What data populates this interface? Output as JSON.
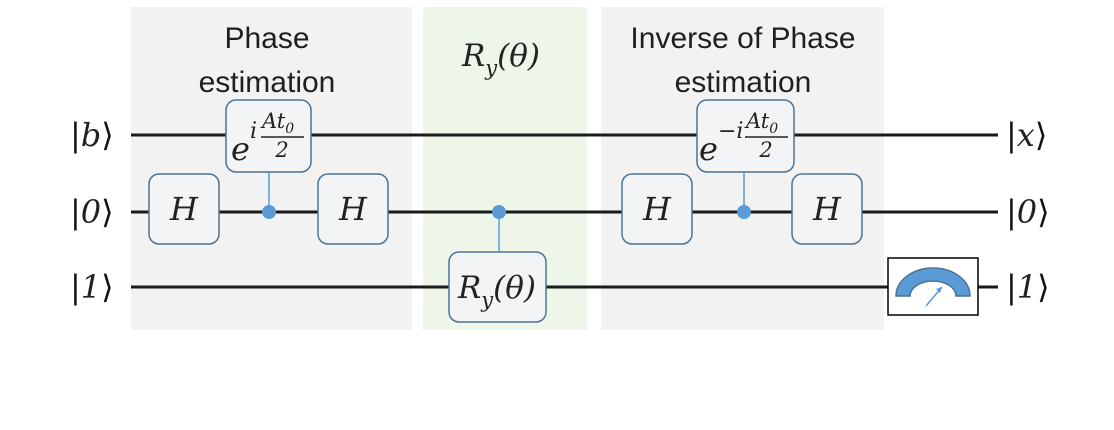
{
  "regions": {
    "phase_estimation": "Phase estimation",
    "rotation": "R_y(θ)",
    "inverse_phase_estimation": "Inverse of Phase estimation"
  },
  "inputs": [
    "b",
    "0",
    "1"
  ],
  "outputs": [
    "x",
    "0",
    "1"
  ],
  "gates": {
    "hadamard": "H",
    "rotation": "R_y(θ)",
    "controlled_unitary": "e^{i At_0/2}",
    "inverse_controlled_unitary": "e^{-i At_0/2}"
  },
  "colors": {
    "region_gray": "#f2f2f2",
    "region_green": "#eef6ea",
    "control_blue": "#5b9bd5",
    "gate_border": "#4a7394",
    "wire": "#1a1a1a"
  },
  "icons": [
    "measurement-meter-icon"
  ]
}
